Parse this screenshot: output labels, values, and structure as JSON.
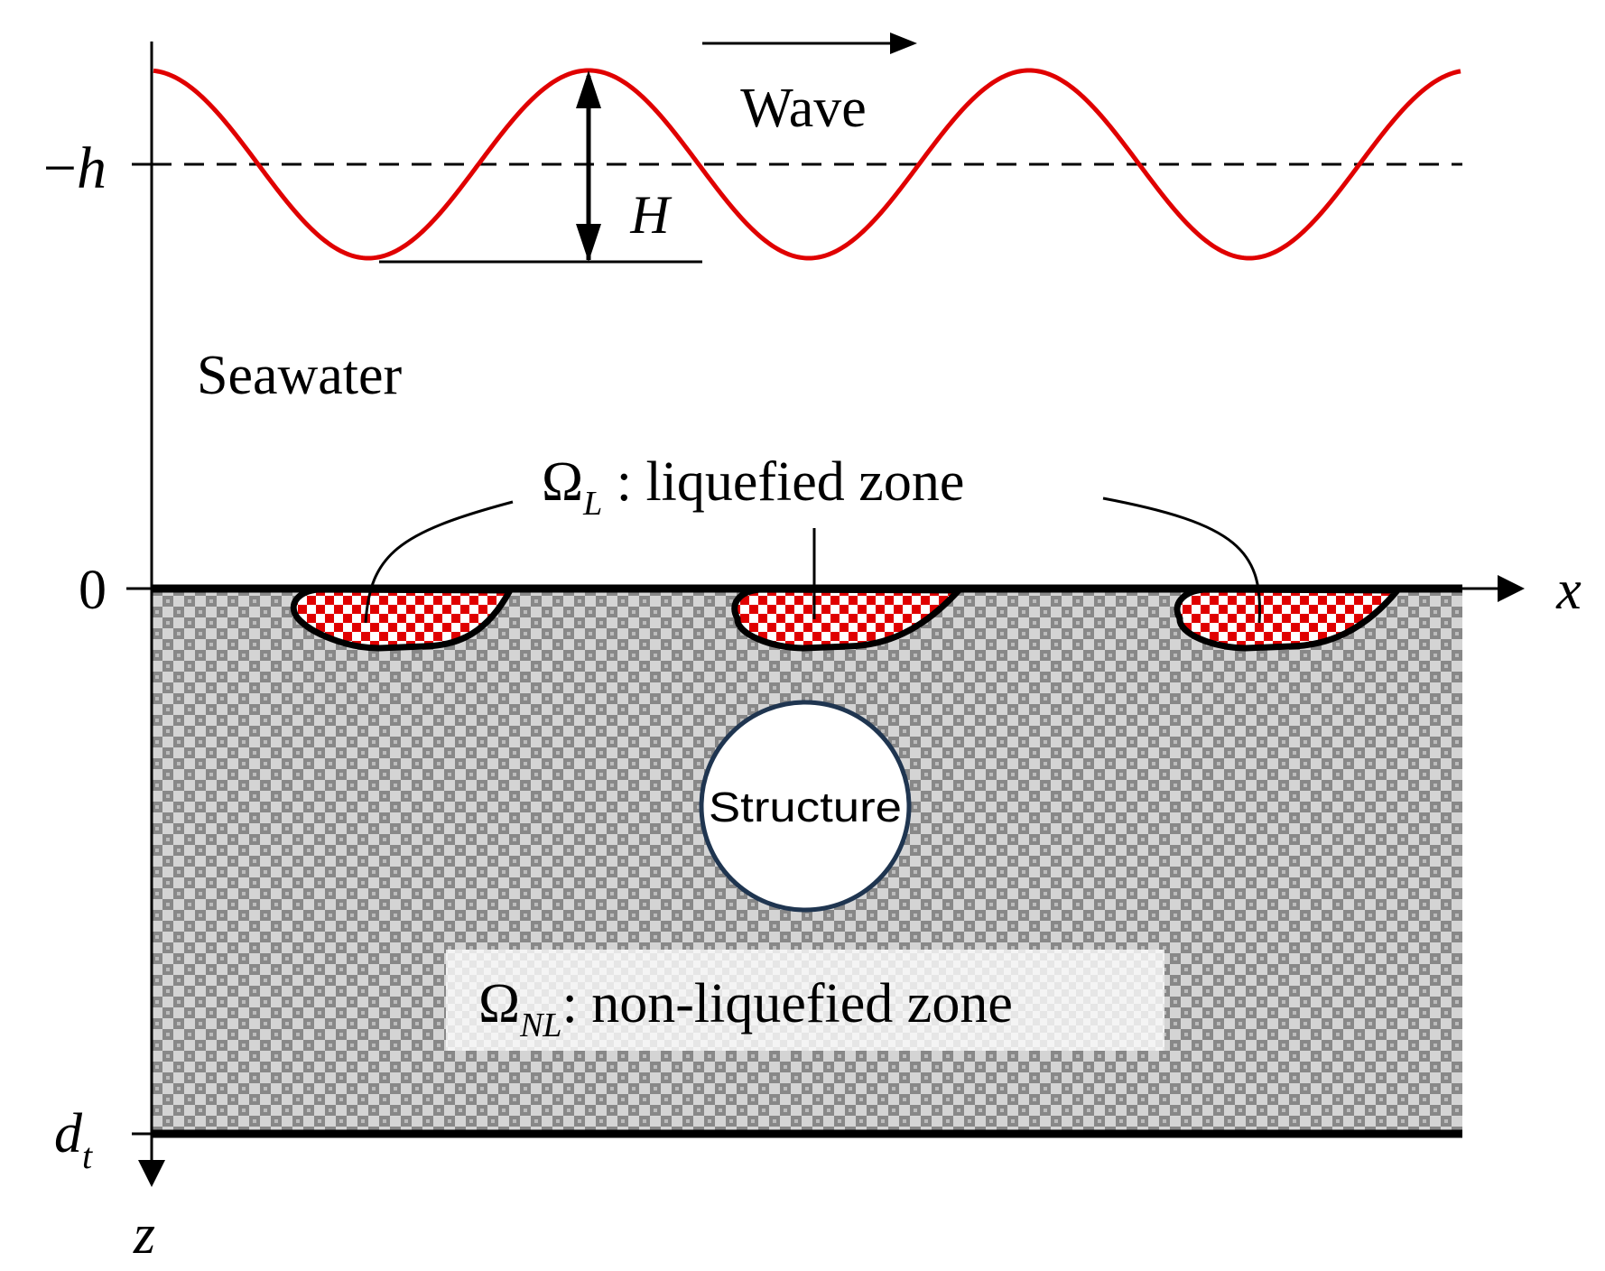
{
  "labels": {
    "wave": "Wave",
    "wave_height": "H",
    "minus_sign": "−",
    "water_level": "h",
    "seawater": "Seawater",
    "omega": "Ω",
    "liquefied_sub": "L",
    "liquefied_text": " : liquefied zone",
    "nonliquefied_sub": "NL",
    "nonliquefied_text": ": non-liquefied zone",
    "structure": "Structure",
    "zero": "0",
    "x_axis": "x",
    "z_axis": "z",
    "depth_base": "d",
    "depth_sub": "t"
  },
  "colors": {
    "wave": "#e00000",
    "axis": "#000000",
    "soil_dark": "#8a8a8a",
    "soil_light": "#d2d2d2",
    "liquefied": "#e00000",
    "structure_stroke": "#1f3550"
  }
}
